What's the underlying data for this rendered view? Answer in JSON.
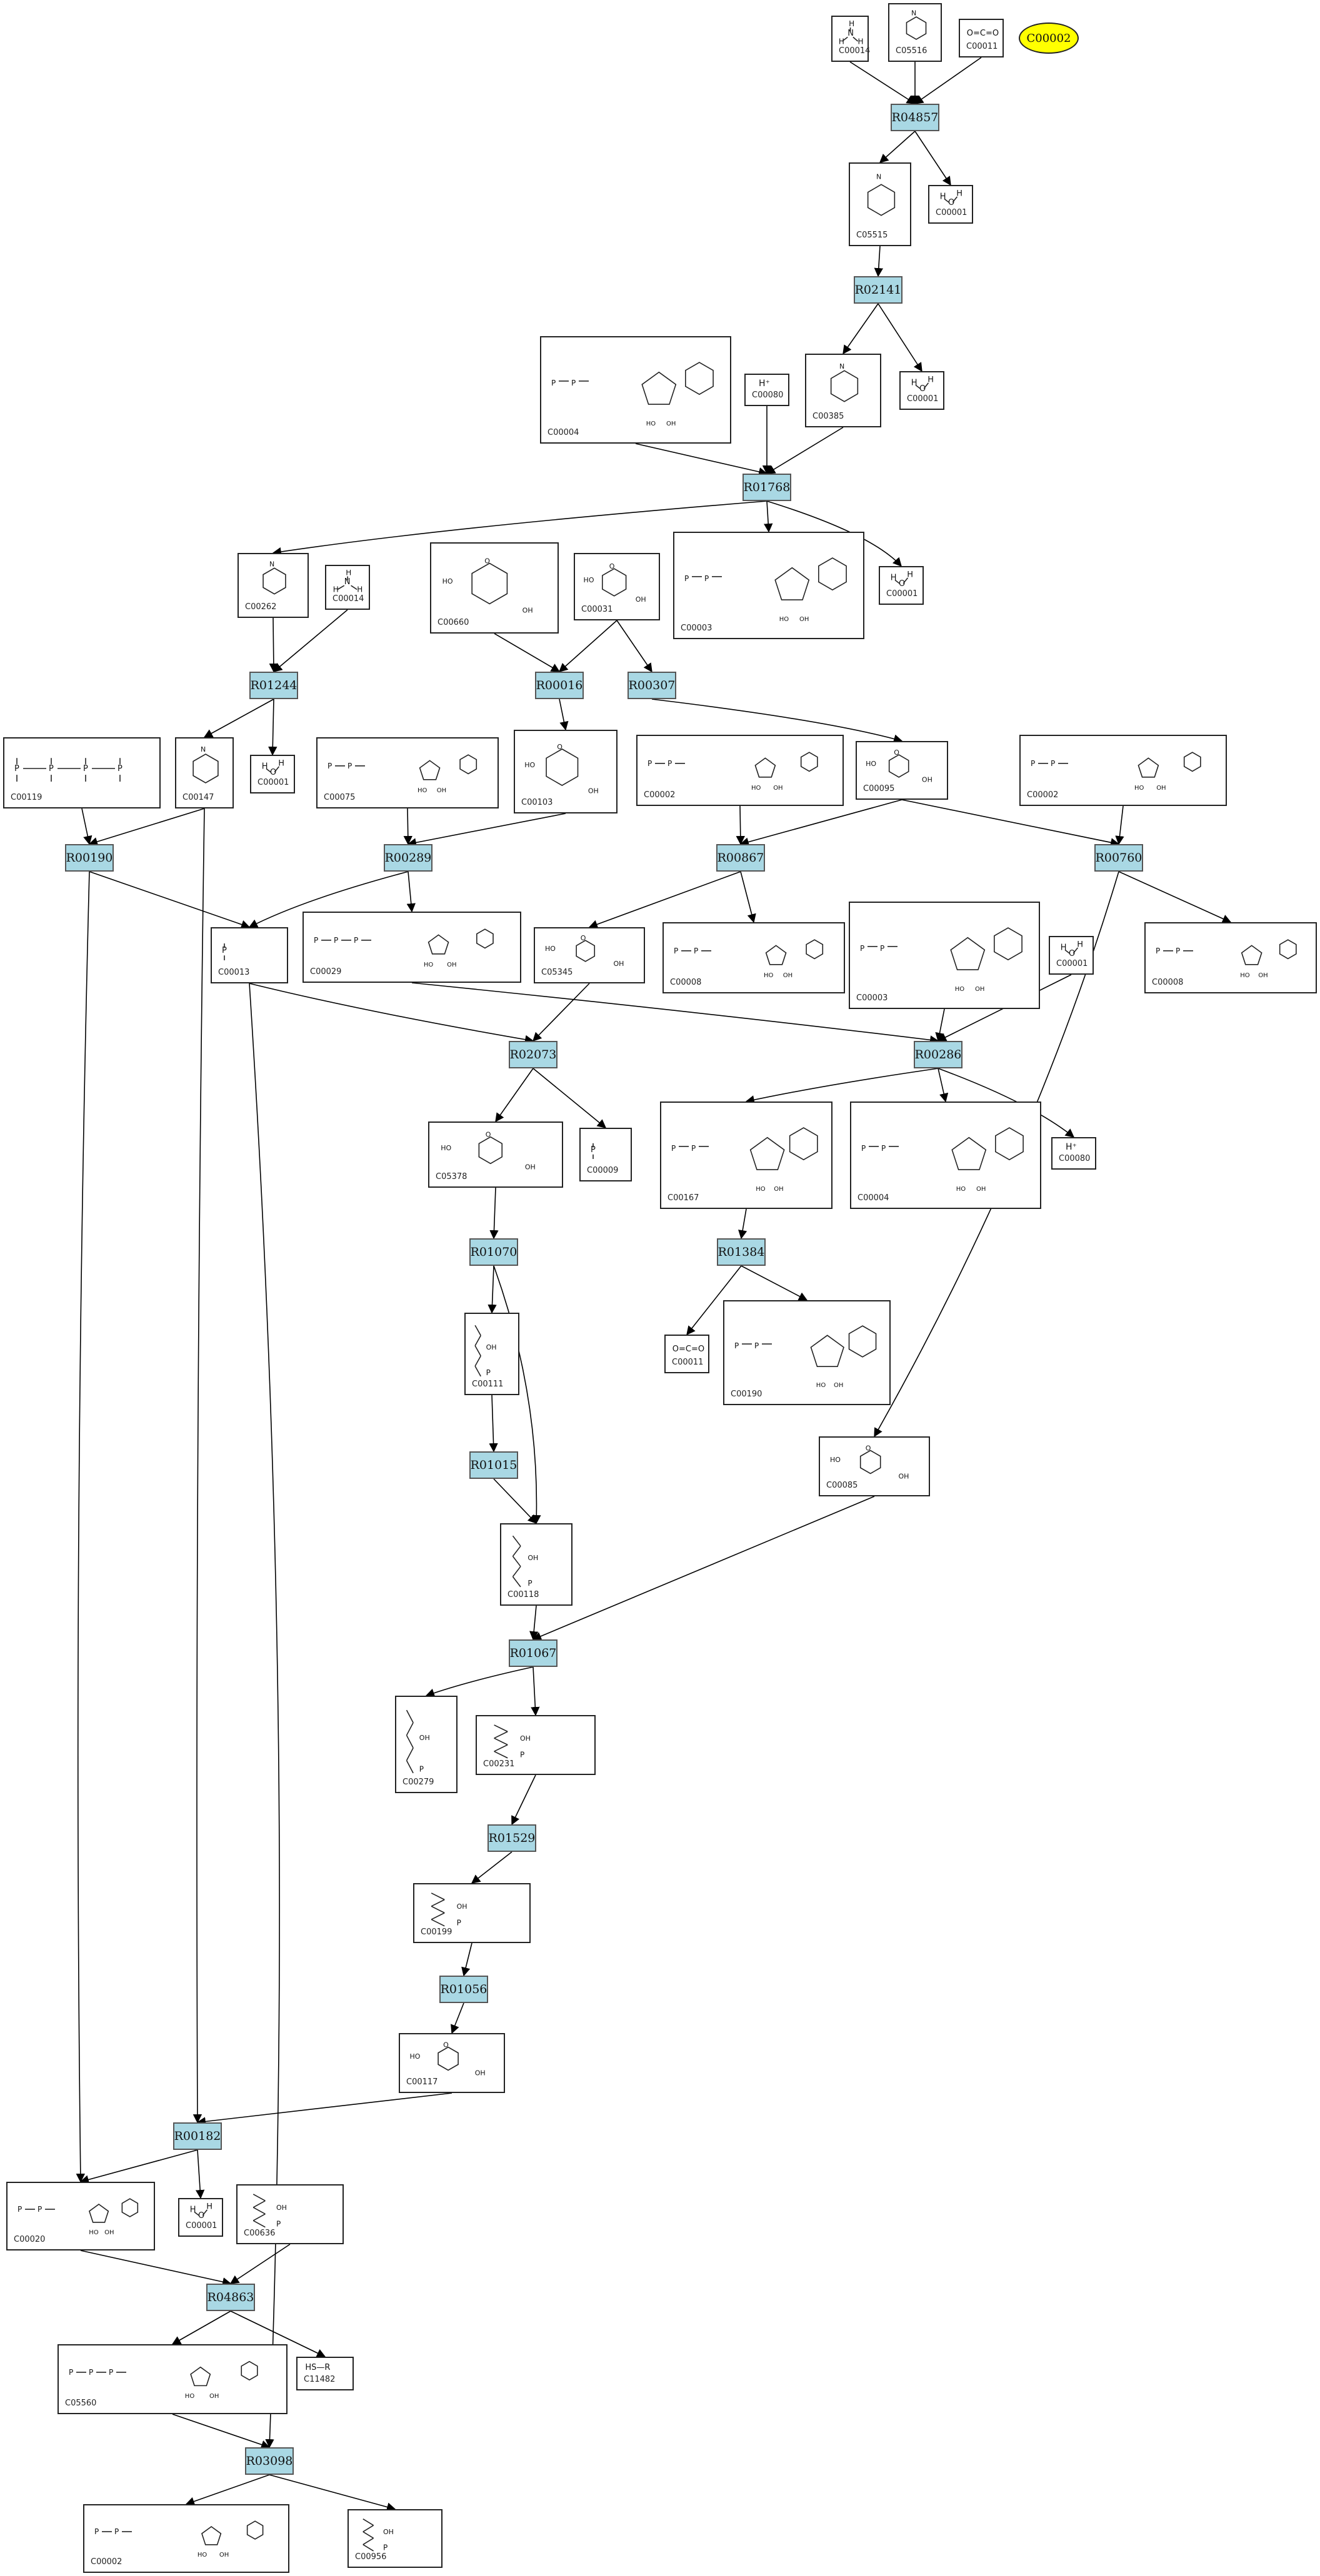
{
  "diagram": {
    "highlight_compound": "C00002",
    "colors": {
      "reaction_fill": "#a9d8e4",
      "highlight_fill": "#ffff00",
      "edge": "#000000"
    },
    "reactions": [
      {
        "id": "r-R04857",
        "label": "R04857"
      },
      {
        "id": "r-R02141",
        "label": "R02141"
      },
      {
        "id": "r-R01768",
        "label": "R01768"
      },
      {
        "id": "r-R01244",
        "label": "R01244"
      },
      {
        "id": "r-R00016",
        "label": "R00016"
      },
      {
        "id": "r-R00307",
        "label": "R00307"
      },
      {
        "id": "r-R00190",
        "label": "R00190"
      },
      {
        "id": "r-R00289",
        "label": "R00289"
      },
      {
        "id": "r-R00867",
        "label": "R00867"
      },
      {
        "id": "r-R00760",
        "label": "R00760"
      },
      {
        "id": "r-R02073",
        "label": "R02073"
      },
      {
        "id": "r-R00286",
        "label": "R00286"
      },
      {
        "id": "r-R01070",
        "label": "R01070"
      },
      {
        "id": "r-R01384",
        "label": "R01384"
      },
      {
        "id": "r-R01015",
        "label": "R01015"
      },
      {
        "id": "r-R01067",
        "label": "R01067"
      },
      {
        "id": "r-R01529",
        "label": "R01529"
      },
      {
        "id": "r-R01056",
        "label": "R01056"
      },
      {
        "id": "r-R00182",
        "label": "R00182"
      },
      {
        "id": "r-R04863",
        "label": "R04863"
      },
      {
        "id": "r-R03098",
        "label": "R03098"
      }
    ],
    "compounds": [
      {
        "id": "c1",
        "label": "C00014",
        "mol": "ammonia"
      },
      {
        "id": "c2",
        "label": "C05516",
        "mol": "ring"
      },
      {
        "id": "c3",
        "label": "C00011",
        "mol": "co2"
      },
      {
        "id": "c4",
        "label": "C05515",
        "mol": "ring"
      },
      {
        "id": "c5",
        "label": "C00001",
        "mol": "water"
      },
      {
        "id": "c6",
        "label": "C00004",
        "mol": "nucleotide"
      },
      {
        "id": "c7",
        "label": "C00080",
        "mol": "proton"
      },
      {
        "id": "c8",
        "label": "C00385",
        "mol": "ring"
      },
      {
        "id": "c9",
        "label": "C00001",
        "mol": "water"
      },
      {
        "id": "c10",
        "label": "C00262",
        "mol": "ring"
      },
      {
        "id": "c11",
        "label": "C00014",
        "mol": "ammonia"
      },
      {
        "id": "c12",
        "label": "C00660",
        "mol": "sugar"
      },
      {
        "id": "c13",
        "label": "C00031",
        "mol": "sugar"
      },
      {
        "id": "c14",
        "label": "C00003",
        "mol": "nucleotide"
      },
      {
        "id": "c15",
        "label": "C00001",
        "mol": "water"
      },
      {
        "id": "c16",
        "label": "C00119",
        "mol": "phosphate"
      },
      {
        "id": "c17",
        "label": "C00147",
        "mol": "ring"
      },
      {
        "id": "c18",
        "label": "C00001",
        "mol": "water"
      },
      {
        "id": "c19",
        "label": "C00075",
        "mol": "nucleotide"
      },
      {
        "id": "c20",
        "label": "C00103",
        "mol": "sugar"
      },
      {
        "id": "c21",
        "label": "C00002",
        "mol": "nucleotide"
      },
      {
        "id": "c22",
        "label": "C00095",
        "mol": "sugar"
      },
      {
        "id": "c23",
        "label": "C00002",
        "mol": "nucleotide"
      },
      {
        "id": "c24",
        "label": "C00013",
        "mol": "phosphate"
      },
      {
        "id": "c25",
        "label": "C00029",
        "mol": "nucleotide"
      },
      {
        "id": "c26",
        "label": "C05345",
        "mol": "sugar"
      },
      {
        "id": "c27",
        "label": "C00008",
        "mol": "nucleotide"
      },
      {
        "id": "c28",
        "label": "C00003",
        "mol": "nucleotide"
      },
      {
        "id": "c29",
        "label": "C00001",
        "mol": "water"
      },
      {
        "id": "c30",
        "label": "C00008",
        "mol": "nucleotide"
      },
      {
        "id": "c31",
        "label": "C05378",
        "mol": "sugar"
      },
      {
        "id": "c32",
        "label": "C00009",
        "mol": "phosphate"
      },
      {
        "id": "c33",
        "label": "C00080",
        "mol": "proton"
      },
      {
        "id": "c34",
        "label": "C00167",
        "mol": "nucleotide"
      },
      {
        "id": "c35",
        "label": "C00004",
        "mol": "nucleotide"
      },
      {
        "id": "c36",
        "label": "C00111",
        "mol": "chain"
      },
      {
        "id": "c37",
        "label": "C00011",
        "mol": "co2"
      },
      {
        "id": "c38",
        "label": "C00190",
        "mol": "nucleotide"
      },
      {
        "id": "c39",
        "label": "C00085",
        "mol": "sugar"
      },
      {
        "id": "c40",
        "label": "C00118",
        "mol": "chain"
      },
      {
        "id": "c41",
        "label": "C00279",
        "mol": "chain"
      },
      {
        "id": "c42",
        "label": "C00231",
        "mol": "chain"
      },
      {
        "id": "c43",
        "label": "C00199",
        "mol": "chain"
      },
      {
        "id": "c44",
        "label": "C00117",
        "mol": "sugar"
      },
      {
        "id": "c45",
        "label": "C00020",
        "mol": "nucleotide"
      },
      {
        "id": "c46",
        "label": "C00001",
        "mol": "water"
      },
      {
        "id": "c47",
        "label": "C00636",
        "mol": "chain"
      },
      {
        "id": "c48",
        "label": "C05560",
        "mol": "nucleotide"
      },
      {
        "id": "c49",
        "label": "C11482",
        "mol": "thiol"
      },
      {
        "id": "c50",
        "label": "C00002",
        "mol": "nucleotide"
      },
      {
        "id": "c51",
        "label": "C00956",
        "mol": "chain"
      }
    ],
    "mini_labels": {
      "ammonia_h": "H",
      "ammonia_n": "N",
      "water_o": "O",
      "water_h": "H",
      "proton": "H⁺",
      "co2": "O=C=O",
      "thiol": "HS—R"
    }
  }
}
